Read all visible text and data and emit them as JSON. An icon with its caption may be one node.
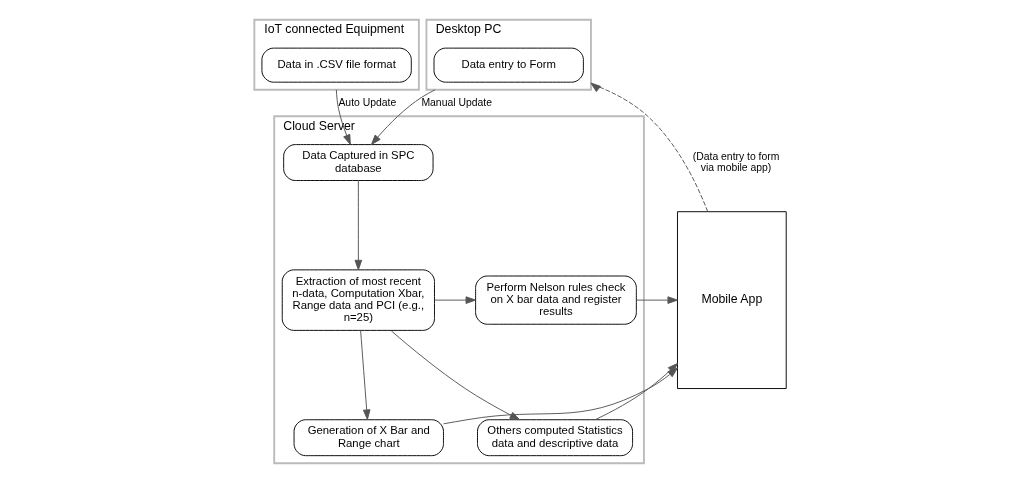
{
  "diagram": {
    "nodes": [
      {
        "text": [
          "IoT connected Equipment"
        ]
      },
      {
        "text": [
          "Data in .CSV file format"
        ],
        "in": 0
      },
      {
        "text": [
          "Desktop PC"
        ]
      },
      {
        "text": [
          "Data entry to Form"
        ],
        "in": 2
      },
      {
        "text": [
          "Cloud Server"
        ]
      },
      {
        "text": [
          "Data Captured in SPC database"
        ],
        "in": 4
      },
      {
        "text": [
          "Extraction of most recent n-data, Computation Xbar, Range data and PCI (e.g., n=25)"
        ],
        "in": 4
      },
      {
        "text": [
          "Generation of X Bar and Range chart"
        ],
        "in": 4
      },
      {
        "text": [
          "Perform Nelson rules check on X bar data and register results"
        ],
        "in": 4
      },
      {
        "text": [
          "Others computed Statistics data and descriptive data"
        ],
        "in": 4
      },
      {
        "text": [
          "Mobile App"
        ]
      }
    ],
    "edges": [
      {
        "from": 0,
        "to": 5,
        "arrow": "to",
        "label": "Auto Update"
      },
      {
        "from": 2,
        "to": 5,
        "arrow": "to",
        "label": "Manual Update"
      },
      {
        "from": 5,
        "to": 6,
        "arrow": "to"
      },
      {
        "from": 6,
        "to": 7,
        "arrow": "to"
      },
      {
        "from": 6,
        "to": 8,
        "arrow": "to"
      },
      {
        "from": 6,
        "to": 9,
        "arrow": "to"
      },
      {
        "from": 7,
        "to": 10,
        "arrow": "to"
      },
      {
        "from": 8,
        "to": 10,
        "arrow": "to"
      },
      {
        "from": 9,
        "to": 10,
        "arrow": "to"
      },
      {
        "from": 10,
        "to": 2,
        "arrow": "to",
        "style": "dashed",
        "label": "(Data entry to form via mobile app)"
      }
    ]
  }
}
